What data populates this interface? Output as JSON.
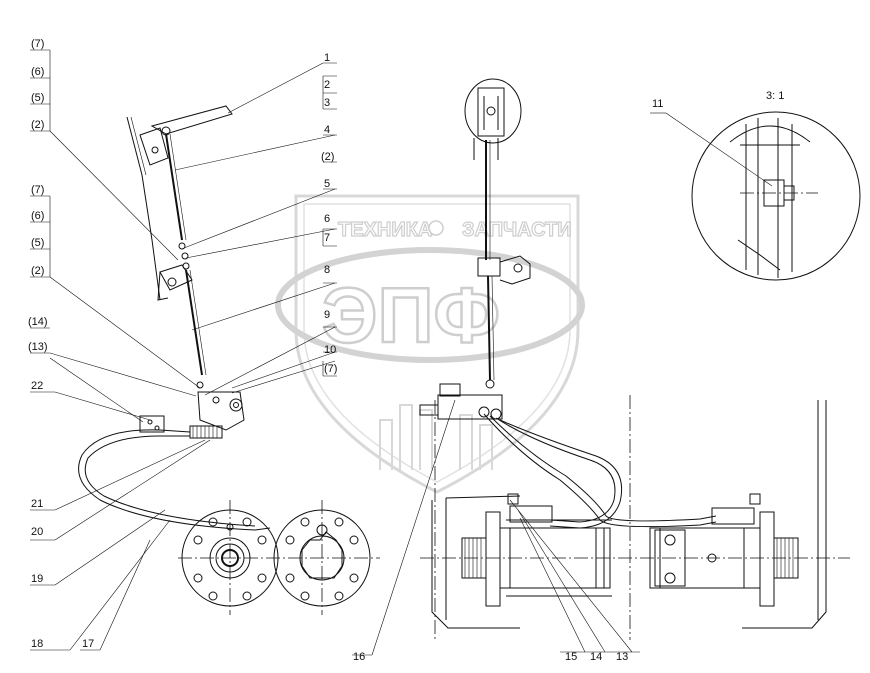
{
  "callouts": {
    "c1": "1",
    "c2": "2",
    "c3": "3",
    "c4": "4",
    "c2b": "(2)",
    "c5": "5",
    "c6": "6",
    "c7": "7",
    "c8": "8",
    "c9": "9",
    "c10": "10",
    "c7b": "(7)",
    "c11": "11",
    "scale": "3: 1",
    "g1_7": "(7)",
    "g1_6": "(6)",
    "g1_5": "(5)",
    "g1_2": "(2)",
    "g2_7": "(7)",
    "g2_6": "(6)",
    "g2_5": "(5)",
    "g2_2": "(2)",
    "c14p": "(14)",
    "c13p": "(13)",
    "c22": "22",
    "c21": "21",
    "c20": "20",
    "c19": "19",
    "c18": "18",
    "c17": "17",
    "c16": "16",
    "c15": "15",
    "c14": "14",
    "c13": "13"
  },
  "watermark": {
    "line1": "ТЕХНИКА",
    "line2": "ЗАПЧАСТИ",
    "logo": "ЭПФ"
  }
}
